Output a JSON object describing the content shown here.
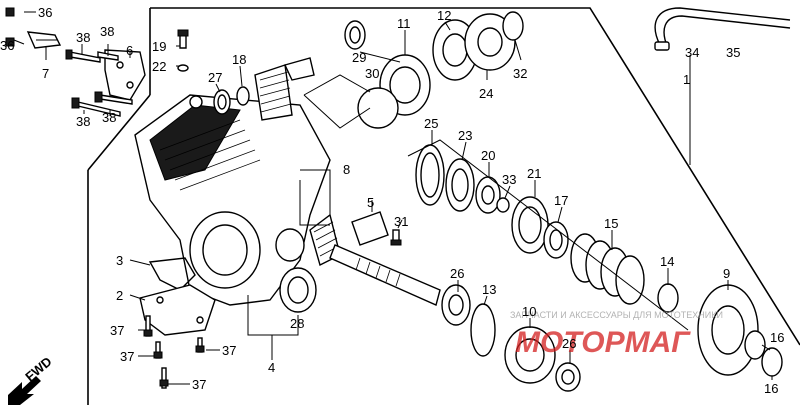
{
  "labels": {
    "p1": "1",
    "p2": "2",
    "p3": "3",
    "p4": "4",
    "p5": "5",
    "p6": "6",
    "p7": "7",
    "p8": "8",
    "p9": "9",
    "p10": "10",
    "p11": "11",
    "p12": "12",
    "p13": "13",
    "p14": "14",
    "p15": "15",
    "p16a": "16",
    "p16b": "16",
    "p17": "17",
    "p18": "18",
    "p19": "19",
    "p20": "20",
    "p21": "21",
    "p22": "22",
    "p23": "23",
    "p24": "24",
    "p25": "25",
    "p26a": "26",
    "p26b": "26",
    "p27": "27",
    "p28": "28",
    "p29": "29",
    "p30": "30",
    "p31": "31",
    "p32": "32",
    "p33": "33",
    "p34": "34",
    "p35": "35",
    "p36a": "36",
    "p36b": "36",
    "p37a": "37",
    "p37b": "37",
    "p37c": "37",
    "p37d": "37",
    "p38a": "38",
    "p38b": "38",
    "p38c": "38",
    "p38d": "38"
  },
  "fwd_label": "FWD",
  "watermark": {
    "subtitle": "ЗАПЧАСТИ И АКСЕССУАРЫ ДЛЯ МОТОТЕХНИКИ",
    "brand": "МОТОРМАГ",
    "color": "#d42020"
  }
}
